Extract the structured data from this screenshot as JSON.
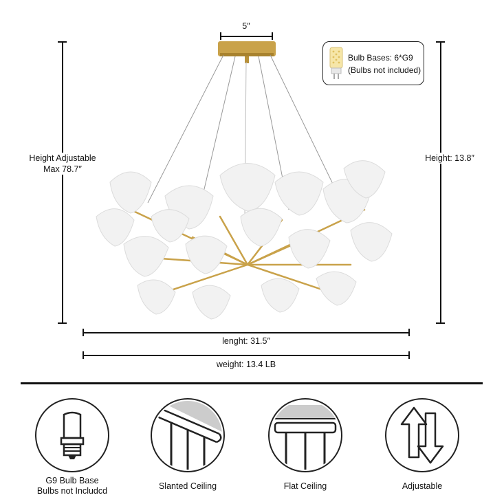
{
  "dimensions": {
    "top_width": "5″",
    "height_adjustable_line1": "Height Adjustable",
    "height_adjustable_line2": "Max 78.7″",
    "height": "Height: 13.8″",
    "length": "lenght: 31.5″",
    "weight": "weight: 13.4 LB"
  },
  "bulb_info": {
    "line1": "Bulb Bases: 6*G9",
    "line2": "(Bulbs not included)"
  },
  "features": [
    {
      "line1": "G9 Bulb Base",
      "line2": "Bulbs not Includcd",
      "icon": "g9-bulb-icon"
    },
    {
      "line1": "Slanted Ceiling",
      "icon": "slanted-ceiling-icon"
    },
    {
      "line1": "Flat Ceiling",
      "icon": "flat-ceiling-icon"
    },
    {
      "line1": "Adjustable",
      "icon": "adjustable-arrows-icon"
    }
  ],
  "colors": {
    "gold": "#c9a24a",
    "leaf": "#f2f2f2",
    "line": "#111111"
  }
}
